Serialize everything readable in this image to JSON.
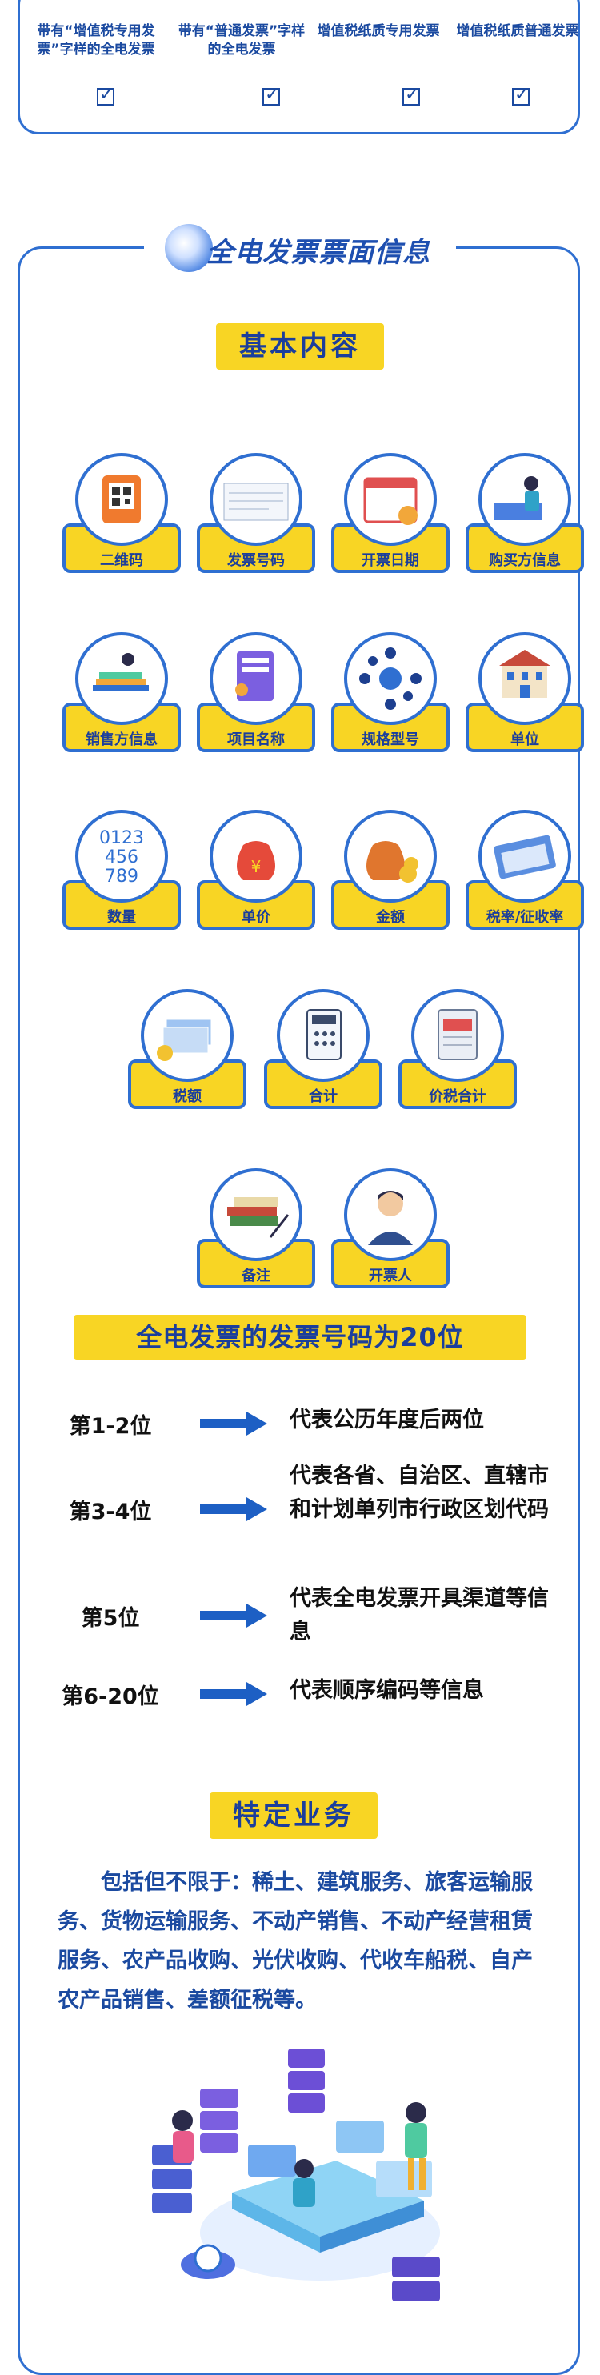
{
  "top_section": {
    "columns": [
      {
        "label": "带有“增值税专用发票”字样的全电发票"
      },
      {
        "label": "带有“普通发票”字样的全电发票"
      },
      {
        "label": "增值税纸质专用发票"
      },
      {
        "label": "增值税纸质普通发票"
      }
    ]
  },
  "main": {
    "title": "全电发票票面信息",
    "basic_heading": "基本内容",
    "items": [
      {
        "label": "二维码",
        "icon": "qr-code-icon"
      },
      {
        "label": "发票号码",
        "icon": "invoice-form-icon"
      },
      {
        "label": "开票日期",
        "icon": "calendar-icon"
      },
      {
        "label": "购买方信息",
        "icon": "buyer-person-icon"
      },
      {
        "label": "销售方信息",
        "icon": "seller-books-icon"
      },
      {
        "label": "项目名称",
        "icon": "project-document-icon"
      },
      {
        "label": "规格型号",
        "icon": "gear-network-icon"
      },
      {
        "label": "单位",
        "icon": "building-icon"
      },
      {
        "label": "数量",
        "icon": "number-digits-icon"
      },
      {
        "label": "单价",
        "icon": "money-bag-icon"
      },
      {
        "label": "金额",
        "icon": "money-bag-coins-icon"
      },
      {
        "label": "税率/征收率",
        "icon": "tax-card-icon"
      },
      {
        "label": "税额",
        "icon": "cash-stack-icon"
      },
      {
        "label": "合计",
        "icon": "calculator-icon"
      },
      {
        "label": "价税合计",
        "icon": "tax-clipboard-icon"
      },
      {
        "label": "备注",
        "icon": "notebook-pen-icon"
      },
      {
        "label": "开票人",
        "icon": "issuer-person-icon"
      }
    ],
    "number_heading": "全电发票的发票号码为20位",
    "number_rows": [
      {
        "position": "第1-2位",
        "desc": "代表公历年度后两位"
      },
      {
        "position": "第3-4位",
        "desc": "代表各省、自治区、直辖市和计划单列市行政区划代码"
      },
      {
        "position": "第5位",
        "desc": "代表全电发票开具渠道等信息"
      },
      {
        "position": "第6-20位",
        "desc": "代表顺序编码等信息"
      }
    ],
    "special_heading": "特定业务",
    "special_text": "包括但不限于：稀土、建筑服务、旅客运输服务、货物运输服务、不动产销售、不动产经营租赁服务、农产品收购、光伏收购、代收车船税、自产农产品销售、差额征税等。"
  },
  "colors": {
    "accent_blue": "#2f6fd1",
    "tag_yellow": "#f8d524",
    "arrow_blue": "#1d5fc4"
  }
}
